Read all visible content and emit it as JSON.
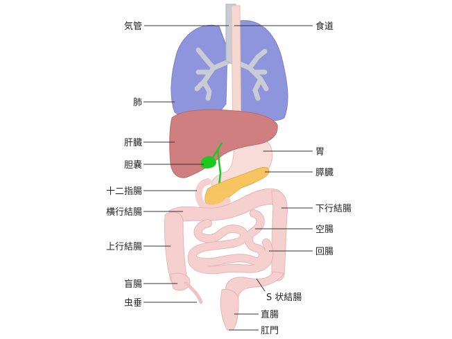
{
  "labels": {
    "trachea": "気管",
    "esophagus": "食道",
    "lung": "肺",
    "liver": "肝臓",
    "stomach": "胃",
    "gallbladder": "胆嚢",
    "pancreas": "膵臓",
    "duodenum": "十二指腸",
    "transverse_colon": "横行結腸",
    "descending_colon": "下行結腸",
    "jejunum": "空腸",
    "ascending_colon": "上行結腸",
    "ileum": "回腸",
    "cecum": "盲腸",
    "sigmoid_colon": "S 状結腸",
    "appendix": "虫垂",
    "rectum": "直腸",
    "anus": "肛門"
  },
  "colors": {
    "lung": "#8e95dd",
    "airway": "#c9ccd4",
    "esophagus": "#f5d8d0",
    "liver": "#cf7f80",
    "stomach": "#f7dcd8",
    "gallbladder": "#1ec81e",
    "pancreas": "#f7c45a",
    "intestine": "#f6cfcf",
    "intestine_outline": "#e8b4b4"
  }
}
